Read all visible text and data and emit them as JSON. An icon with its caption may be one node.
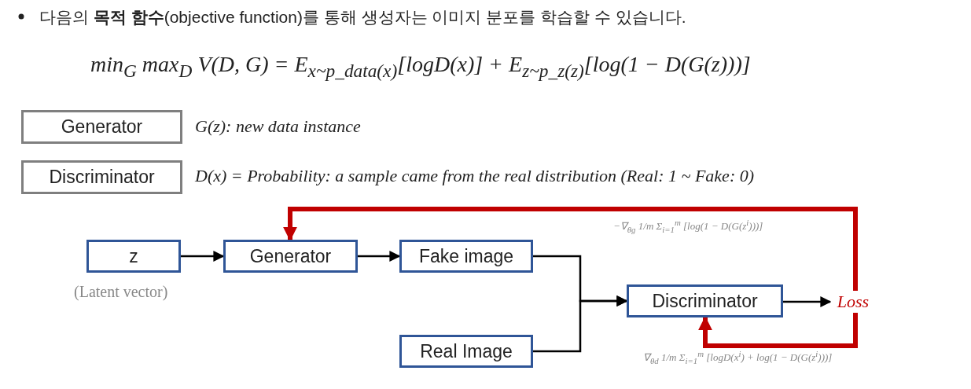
{
  "diagram": {
    "nodes": [
      {
        "text": [
          "Generator"
        ],
        "beside": [
          "G(z): new data instance"
        ]
      },
      {
        "text": [
          "Discriminator"
        ],
        "beside": [
          "D(x) = Probability: a sample came from the real distribution (Real: 1 ~ Fake: 0)"
        ]
      },
      {
        "text": [
          "z"
        ],
        "beside": [
          "(Latent vector)"
        ]
      },
      {
        "text": [
          "Generator"
        ]
      },
      {
        "text": [
          "Fake image"
        ]
      },
      {
        "text": [
          "Real Image"
        ]
      },
      {
        "text": [
          "Discriminator"
        ]
      },
      {
        "text": [
          "Loss"
        ]
      }
    ],
    "edges": [
      {
        "from": 2,
        "to": 3,
        "arrow": "to"
      },
      {
        "from": 3,
        "to": 4,
        "arrow": "to"
      },
      {
        "from": 4,
        "to": 6,
        "arrow": "to"
      },
      {
        "from": 5,
        "to": 6,
        "arrow": "to"
      },
      {
        "from": 6,
        "to": 7,
        "arrow": "to"
      },
      {
        "from": 7,
        "to": 3,
        "arrow": "to",
        "style": "thick",
        "color": "#c00000"
      },
      {
        "from": 7,
        "to": 6,
        "arrow": "to",
        "style": "thick",
        "color": "#c00000"
      }
    ],
    "labels": [
      "다음의 **목적 함수**(objective function)를 통해 생성자는 이미지 분포를 학습할 수 있습니다.",
      "min$_{G}$ max$_{D}$ V(D, G) = E$_{x~p_data(x)}$[logD(x)] + E$_{z~p_z(z)}$[log(1 − D(G(z)))]",
      "−∇$_{θg}$ 1/m Σ$_{i=1}$$^{m}$ [log(1 − D(G(z$^{i}$)))]",
      "∇$_{θd}$ 1/m Σ$_{i=1}$$^{m}$ [logD(x$^{i}$) + log(1 − D(G(z$^{i}$)))]"
    ]
  }
}
